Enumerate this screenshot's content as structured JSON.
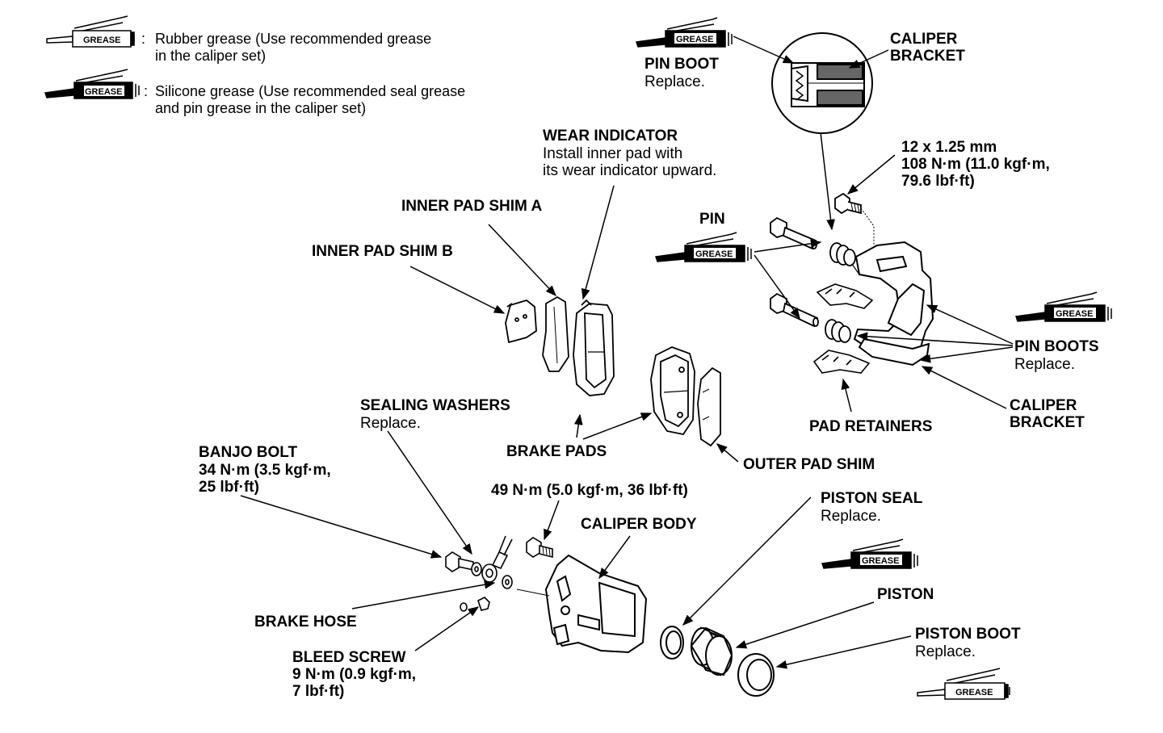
{
  "legend": {
    "rubber_line1": "Rubber grease (Use recommended grease",
    "rubber_line2": "in the caliper set)",
    "silicone_line1": "Silicone grease (Use recommended seal grease",
    "silicone_line2": "and pin grease in the caliper set)",
    "colon": ":"
  },
  "grease_tag": "GREASE",
  "labels": {
    "pin_boot_top": {
      "title": "PIN BOOT",
      "note": "Replace."
    },
    "caliper_bracket_top": {
      "line1": "CALIPER",
      "line2": "BRACKET"
    },
    "bolt_spec": {
      "line1": "12 x 1.25 mm",
      "line2": "108 N·m (11.0 kgf·m,",
      "line3": "79.6 lbf·ft)"
    },
    "wear_indicator": {
      "title": "WEAR INDICATOR",
      "line1": "Install inner pad with",
      "line2": "its wear indicator upward."
    },
    "inner_pad_shim_a": "INNER PAD SHIM A",
    "inner_pad_shim_b": "INNER PAD SHIM B",
    "pin": "PIN",
    "pin_boots": {
      "title": "PIN BOOTS",
      "note": "Replace."
    },
    "caliper_bracket_bottom": {
      "line1": "CALIPER",
      "line2": "BRACKET"
    },
    "pad_retainers": "PAD RETAINERS",
    "sealing_washers": {
      "title": "SEALING WASHERS",
      "note": "Replace."
    },
    "brake_pads": "BRAKE PADS",
    "outer_pad_shim": "OUTER PAD SHIM",
    "banjo_bolt": {
      "title": "BANJO BOLT",
      "line1": "34 N·m (3.5 kgf·m,",
      "line2": "25 lbf·ft)"
    },
    "body_bolt_spec": "49 N·m (5.0 kgf·m, 36 lbf·ft)",
    "caliper_body": "CALIPER BODY",
    "piston_seal": {
      "title": "PISTON SEAL",
      "note": "Replace."
    },
    "brake_hose": "BRAKE HOSE",
    "piston": "PISTON",
    "piston_boot": {
      "title": "PISTON BOOT",
      "note": "Replace."
    },
    "bleed_screw": {
      "title": "BLEED SCREW",
      "line1": "9 N·m (0.9 kgf·m,",
      "line2": "7 lbf·ft)"
    }
  }
}
